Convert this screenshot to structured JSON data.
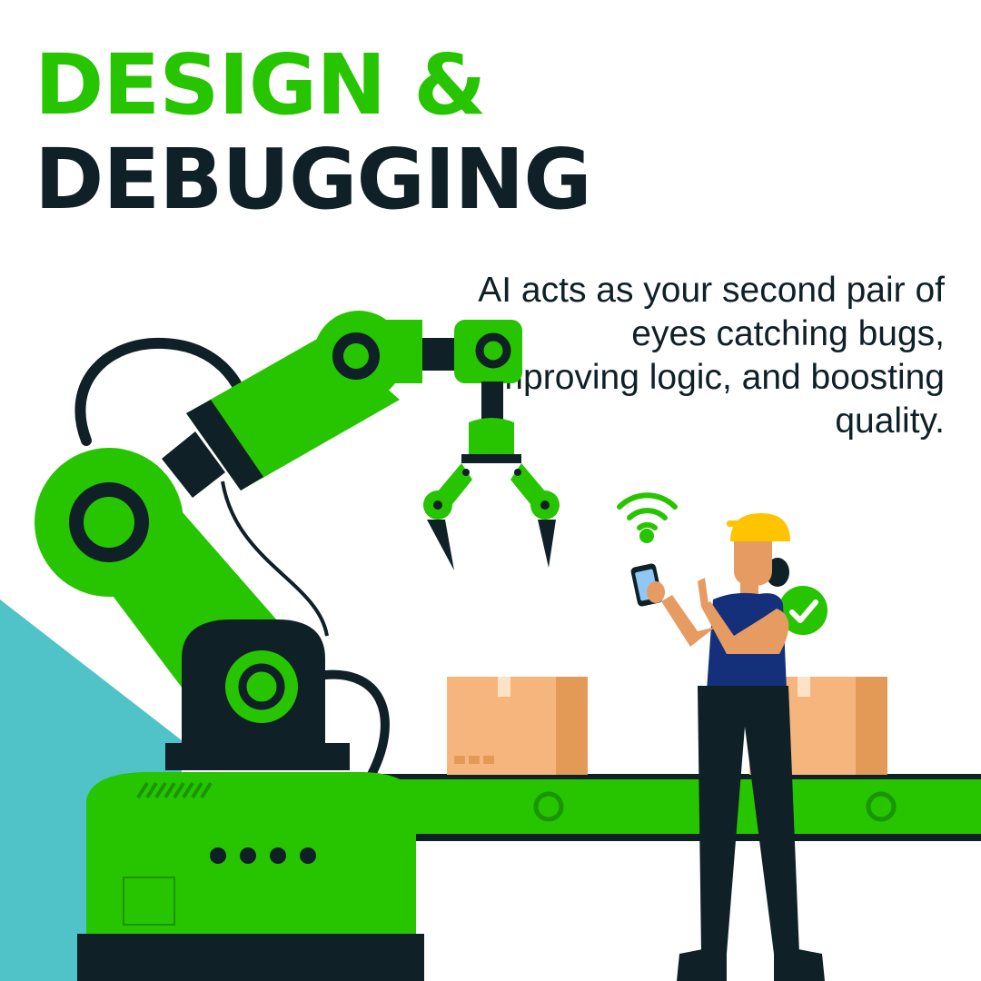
{
  "header": {
    "title_line1": "DESIGN &",
    "title_line2": "DEBUGGING"
  },
  "caption": {
    "text": "AI acts as your second pair of eyes catching bugs, improving logic, and boosting quality."
  },
  "colors": {
    "accent_green": "#27c400",
    "dark_navy": "#0f2027",
    "teal": "#4fc3c8",
    "box_tan": "#f7b57e",
    "box_shadow": "#e39a57",
    "helmet_yellow": "#ffc400",
    "shirt_blue": "#14307a",
    "skin": "#e59b62"
  },
  "icons": [
    "wifi-icon",
    "checkmark-badge-icon",
    "smartphone-icon"
  ]
}
